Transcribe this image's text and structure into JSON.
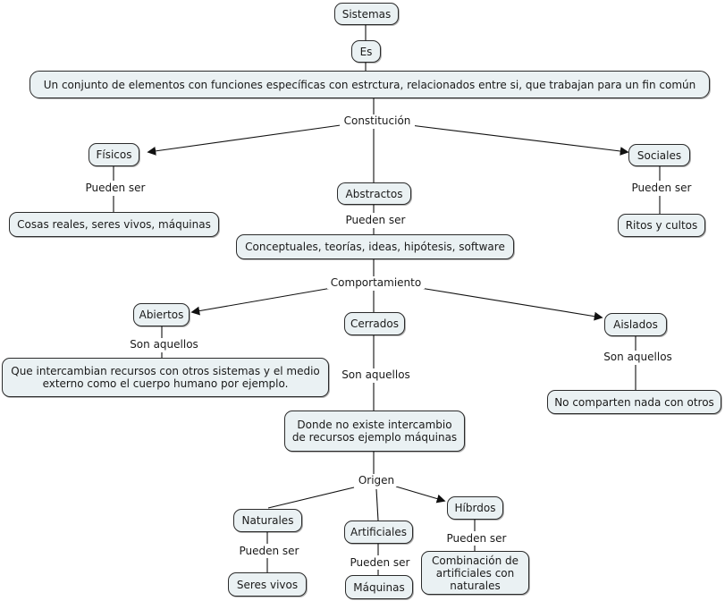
{
  "diagram": {
    "title": "Sistemas",
    "colors": {
      "node_fill": "#eaf1f3",
      "node_border": "#2b2b2b",
      "text": "#1a1a1a",
      "edge": "#111111",
      "background": "#ffffff"
    }
  },
  "nodes": {
    "sistemas": "Sistemas",
    "es": "Es",
    "definicion": "Un conjunto de elementos con funciones específicas con estrctura, relacionados entre si, que  trabajan para un fin común",
    "fisicos": "Físicos",
    "cosas_reales": "Cosas reales, seres vivos, máquinas",
    "abstractos": "Abstractos",
    "conceptuales": "Conceptuales, teorías, ideas, hipótesis, software",
    "sociales": "Sociales",
    "ritos": "Ritos y cultos",
    "abiertos": "Abiertos",
    "abiertos_def": "Que intercambian recursos con otros sistemas y el medio\nexterno como el cuerpo humano por ejemplo.",
    "cerrados": "Cerrados",
    "cerrados_def": "Donde no existe intercambio\nde recursos ejemplo máquinas",
    "aislados": "Aislados",
    "aislados_def": "No comparten nada con otros",
    "naturales": "Naturales",
    "seres_vivos": "Seres vivos",
    "artificiales": "Artificiales",
    "maquinas": "Máquinas",
    "hibridos": "Híbrdos",
    "combinacion": "Combinación de\nartificiales con\nnaturales"
  },
  "link_labels": {
    "constitucion": "Constitución",
    "pueden_ser_fisicos": "Pueden ser",
    "pueden_ser_abstractos": "Pueden ser",
    "pueden_ser_sociales": "Pueden ser",
    "comportamiento": "Comportamiento",
    "son_aquellos_abiertos": "Son aquellos",
    "son_aquellos_cerrados": "Son aquellos",
    "son_aquellos_aislados": "Son aquellos",
    "origen": "Origen",
    "pueden_ser_naturales": "Pueden ser",
    "pueden_ser_artificiales": "Pueden ser",
    "pueden_ser_hibridos": "Pueden ser"
  }
}
